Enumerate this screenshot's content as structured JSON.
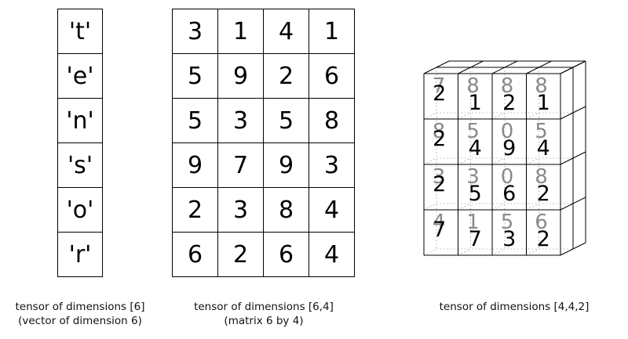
{
  "vector": {
    "cells": [
      "'t'",
      "'e'",
      "'n'",
      "'s'",
      "'o'",
      "'r'"
    ],
    "caption_line1": "tensor of dimensions [6]",
    "caption_line2": "(vector of dimension 6)"
  },
  "matrix": {
    "rows": [
      [
        "3",
        "1",
        "4",
        "1"
      ],
      [
        "5",
        "9",
        "2",
        "6"
      ],
      [
        "5",
        "3",
        "5",
        "8"
      ],
      [
        "9",
        "7",
        "9",
        "3"
      ],
      [
        "2",
        "3",
        "8",
        "4"
      ],
      [
        "6",
        "2",
        "6",
        "4"
      ]
    ],
    "caption_line1": "tensor of dimensions [6,4]",
    "caption_line2": "(matrix 6 by 4)"
  },
  "tensor": {
    "front_layer": [
      [
        "2",
        "1",
        "2",
        "1"
      ],
      [
        "2",
        "4",
        "9",
        "4"
      ],
      [
        "2",
        "5",
        "6",
        "2"
      ],
      [
        "7",
        "7",
        "3",
        "2"
      ]
    ],
    "back_layer": [
      [
        "7",
        "8",
        "8",
        "8"
      ],
      [
        "8",
        "5",
        "0",
        "5"
      ],
      [
        "3",
        "3",
        "0",
        "8"
      ],
      [
        "4",
        "1",
        "5",
        "6"
      ]
    ],
    "caption": "tensor of dimensions [4,4,2]",
    "colors": {
      "front": "#000000",
      "back": "#8a8a8a",
      "lines": "#000000",
      "hidden": "#777777"
    }
  }
}
